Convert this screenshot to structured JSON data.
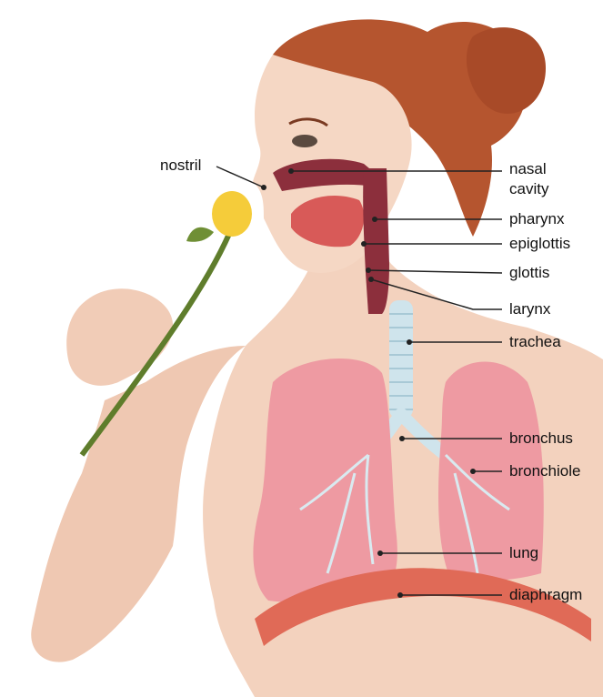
{
  "labels": {
    "nostril": "nostril",
    "nasal_cavity_line1": "nasal",
    "nasal_cavity_line2": "cavity",
    "pharynx": "pharynx",
    "epiglottis": "epiglottis",
    "glottis": "glottis",
    "larynx": "larynx",
    "trachea": "trachea",
    "bronchus": "bronchus",
    "bronchiole": "bronchiole",
    "lung": "lung",
    "diaphragm": "diaphragm"
  },
  "colors": {
    "skin": "#f3d2be",
    "skin_shadow": "#e2b39c",
    "hair": "#b5552f",
    "lung": "#ee9aa2",
    "lung_dark": "#d9707c",
    "airway": "#cfe4ec",
    "diaphragm": "#e06a57",
    "muscle": "#d85a58",
    "cavity": "#8c2f3c",
    "rose": "#f5cc3a",
    "stem": "#5f7d2c",
    "leader_line": "#222222"
  }
}
